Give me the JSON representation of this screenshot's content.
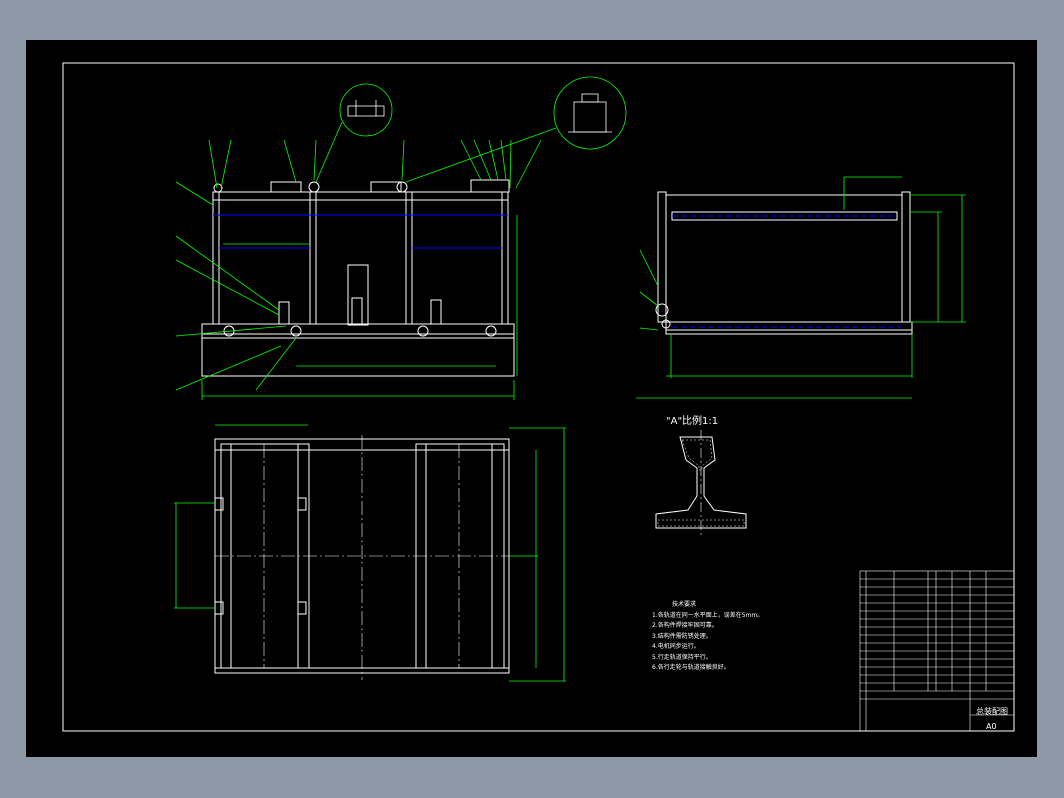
{
  "detail_view": {
    "title": "\"A\"比例1:1"
  },
  "technical_requirements": {
    "heading": "技术要求",
    "items": [
      "1.各轨道在同一水平面上，误差在5mm。",
      "2.各构件焊接牢固可靠。",
      "3.结构件需防锈处理。",
      "4.电机同步运行。",
      "5.行走轨道保持平行。",
      "6.各行走轮与轨道接触良好。"
    ]
  },
  "title_block": {
    "drawing_name": "总装配图",
    "sheet_size": "A0"
  },
  "colors": {
    "frame": "#ffffff",
    "dimension": "#00ff00",
    "hidden": "#0000ff",
    "center": "#ffffff"
  }
}
